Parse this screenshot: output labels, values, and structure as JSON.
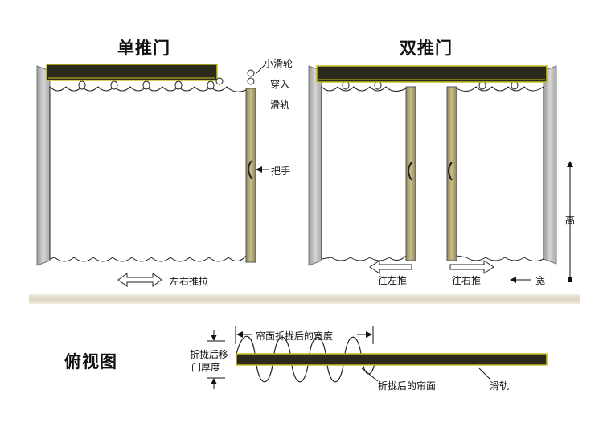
{
  "single_door": {
    "title": "单推门",
    "pulley_label": "小滑轮",
    "insert_label_1": "穿入",
    "insert_label_2": "滑轨",
    "handle_label": "把手",
    "push_label": "左右推拉"
  },
  "double_door": {
    "title": "双推门",
    "push_left_label": "往左推",
    "push_right_label": "往右推",
    "height_label": "高",
    "width_label": "宽"
  },
  "top_view": {
    "title": "俯视图",
    "folded_width_label": "帘面折拢后的宽度",
    "thickness_label_1": "折拢后移",
    "thickness_label_2": "门厚度",
    "folded_curtain_label": "折拢后的帘面",
    "rail_label": "滑轨"
  },
  "colors": {
    "rail": "#2b2a1c",
    "rail_edge": "#c8c020",
    "wall": "#c4c4c4",
    "handle_bar": "#b5ab7a",
    "divider": "#e9e2d3"
  }
}
